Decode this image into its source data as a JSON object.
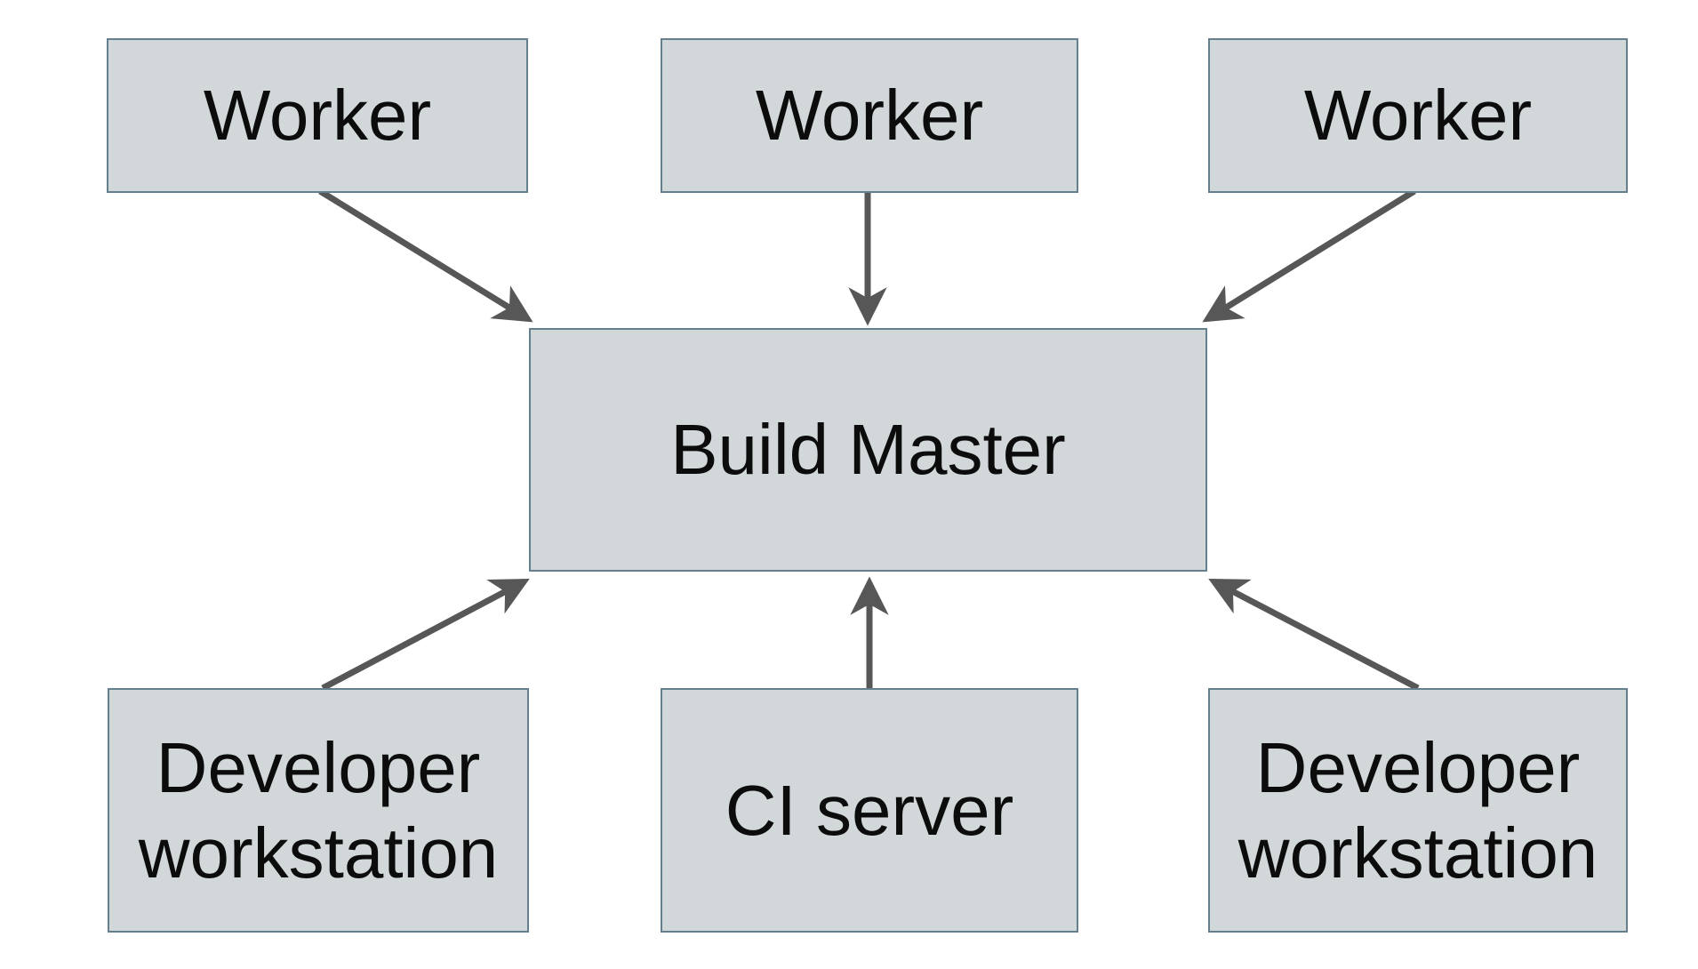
{
  "diagram": {
    "colors": {
      "background": "#ffffff",
      "node_fill": "#d2d8da",
      "node_border": "#64808e",
      "arrow": "#575757",
      "text": "#0c0c0c"
    },
    "nodes": [
      {
        "id": "worker-1",
        "label": "Worker"
      },
      {
        "id": "worker-2",
        "label": "Worker"
      },
      {
        "id": "worker-3",
        "label": "Worker"
      },
      {
        "id": "build-master",
        "label": "Build Master"
      },
      {
        "id": "developer-workstation-left",
        "label": "Developer workstation"
      },
      {
        "id": "ci-server",
        "label": "CI server"
      },
      {
        "id": "developer-workstation-right",
        "label": "Developer workstation"
      }
    ],
    "edges": [
      {
        "from": "worker-1",
        "to": "build-master",
        "direction": "down-right"
      },
      {
        "from": "worker-2",
        "to": "build-master",
        "direction": "down"
      },
      {
        "from": "worker-3",
        "to": "build-master",
        "direction": "down-left"
      },
      {
        "from": "developer-workstation-left",
        "to": "build-master",
        "direction": "up-right"
      },
      {
        "from": "ci-server",
        "to": "build-master",
        "direction": "up"
      },
      {
        "from": "developer-workstation-right",
        "to": "build-master",
        "direction": "up-left"
      }
    ]
  }
}
